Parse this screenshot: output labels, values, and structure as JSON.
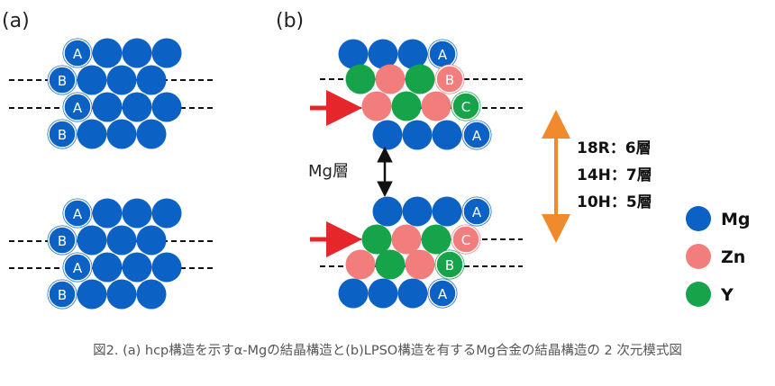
{
  "panels": {
    "a_label": "(a)",
    "b_label": "(b)"
  },
  "layer_labels": {
    "A": "A",
    "B": "B",
    "C": "C"
  },
  "mg_layer_label": "Mg層",
  "stacking": [
    "18R：6層",
    "14H：7層",
    "10H：5層"
  ],
  "legend": [
    {
      "name": "Mg",
      "color": "#0c62c4"
    },
    {
      "name": "Zn",
      "color": "#f27d7d"
    },
    {
      "name": "Y",
      "color": "#16a34a"
    }
  ],
  "arrow_colors": {
    "red": "#e5262a",
    "orange": "#f08a2c",
    "black": "#111111"
  },
  "caption": "図2. (a) hcp構造を示すα-Mgの結晶構造と(b)LPSO構造を有するMg合金の結晶構造の 2 次元模式図"
}
